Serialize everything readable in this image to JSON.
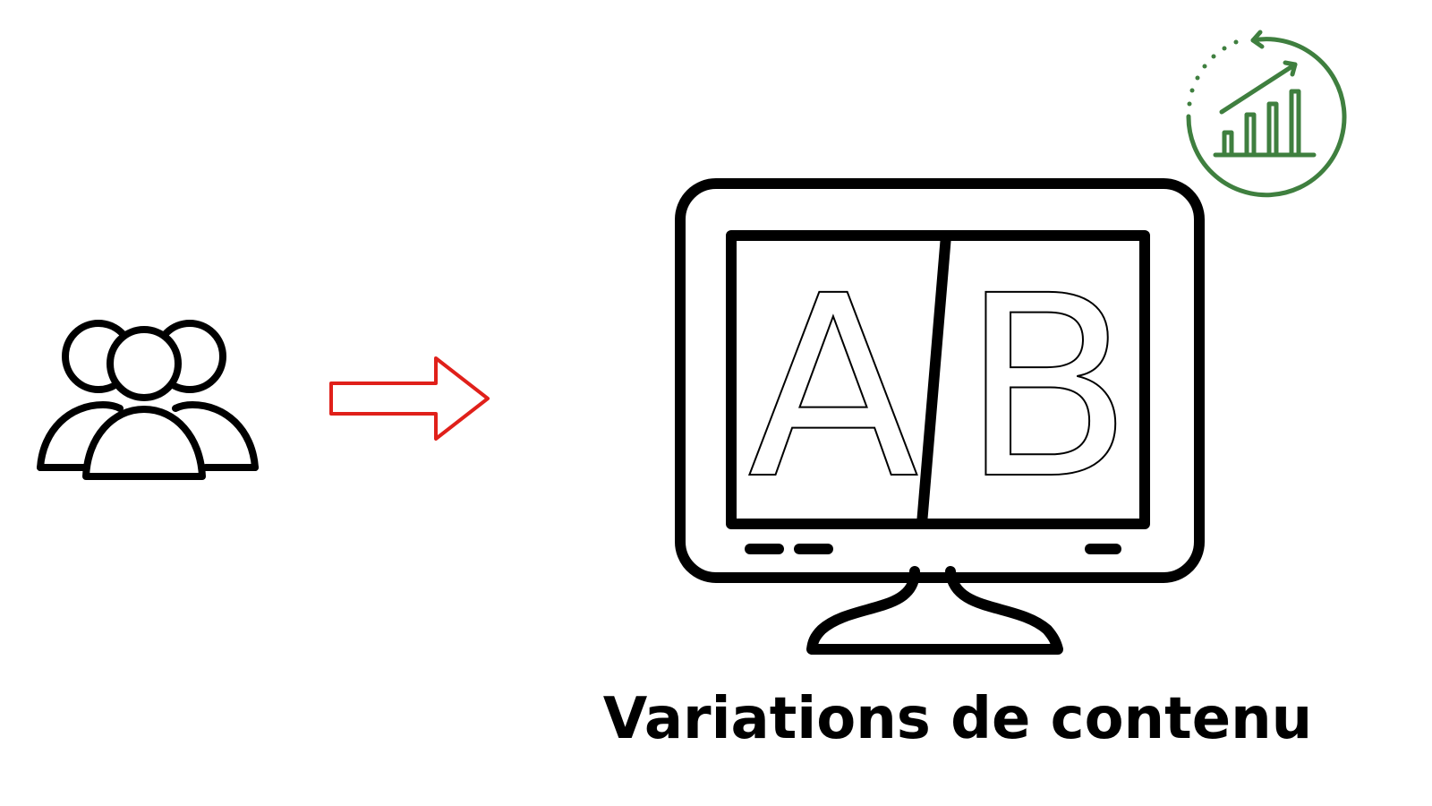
{
  "caption": "Variations de contenu",
  "labels": {
    "variant_a": "A",
    "variant_b": "B"
  },
  "icons": {
    "users": "users-group-icon",
    "arrow": "arrow-right-icon",
    "monitor": "monitor-ab-test-icon",
    "growth": "growth-chart-icon"
  },
  "colors": {
    "outline": "#000000",
    "arrow": "#e0201a",
    "growth": "#3f7f3f"
  }
}
